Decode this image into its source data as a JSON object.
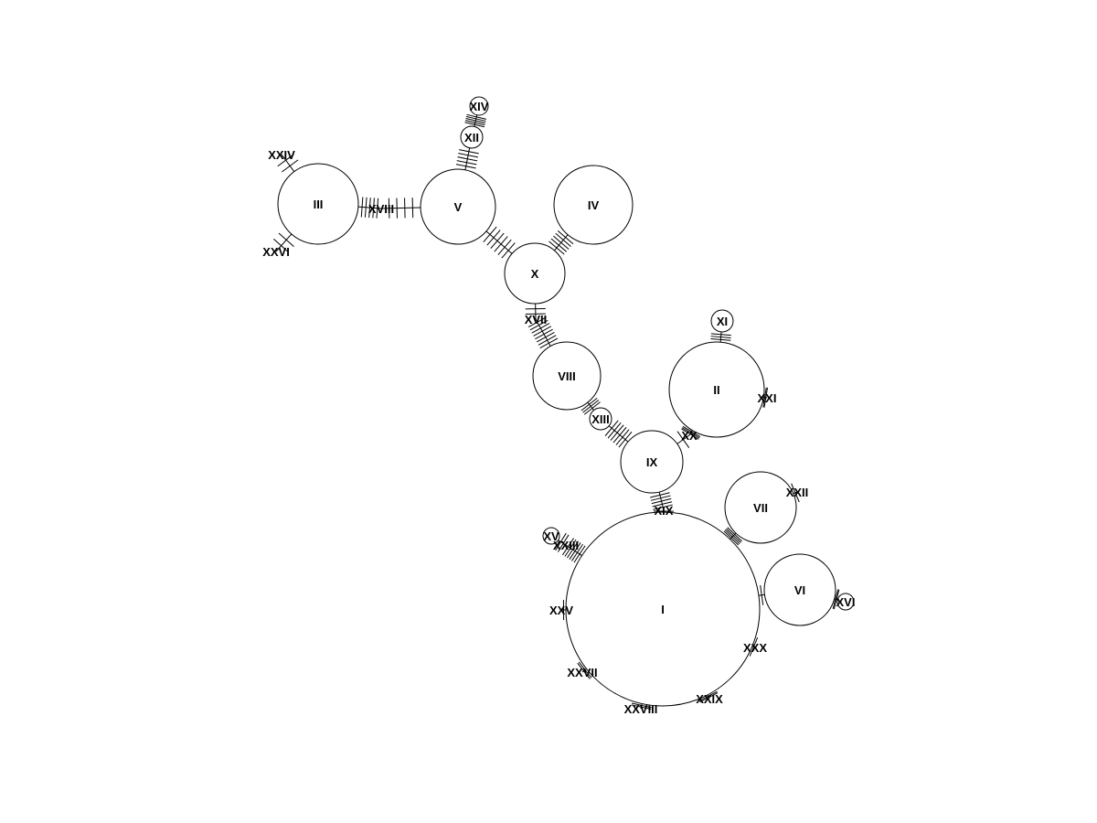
{
  "diagram": {
    "type": "haplotype-network",
    "colors": {
      "stroke": "#000000",
      "background": "#ffffff"
    },
    "haplotypes": [
      {
        "id": "I",
        "label": "I"
      },
      {
        "id": "II",
        "label": "II"
      },
      {
        "id": "III",
        "label": "III"
      },
      {
        "id": "IV",
        "label": "IV"
      },
      {
        "id": "V",
        "label": "V"
      },
      {
        "id": "VI",
        "label": "VI"
      },
      {
        "id": "VII",
        "label": "VII"
      },
      {
        "id": "VIII",
        "label": "VIII"
      },
      {
        "id": "IX",
        "label": "IX"
      },
      {
        "id": "X",
        "label": "X"
      },
      {
        "id": "XI",
        "label": "XI"
      },
      {
        "id": "XII",
        "label": "XII"
      },
      {
        "id": "XIII",
        "label": "XIII"
      },
      {
        "id": "XIV",
        "label": "XIV"
      },
      {
        "id": "XV",
        "label": "XV"
      },
      {
        "id": "XVI",
        "label": "XVI"
      },
      {
        "id": "XVII",
        "label": "XVII"
      },
      {
        "id": "XVIII",
        "label": "XVIII"
      },
      {
        "id": "XIX",
        "label": "XIX"
      },
      {
        "id": "XX",
        "label": "XX"
      },
      {
        "id": "XXI",
        "label": "XXI"
      },
      {
        "id": "XXII",
        "label": "XXII"
      },
      {
        "id": "XXIII",
        "label": "XXIII"
      },
      {
        "id": "XXIV",
        "label": "XXIV"
      },
      {
        "id": "XXV",
        "label": "XXV"
      },
      {
        "id": "XXVI",
        "label": "XXVI"
      },
      {
        "id": "XXVII",
        "label": "XXVII"
      },
      {
        "id": "XXVIII",
        "label": "XXVIII"
      },
      {
        "id": "XXIX",
        "label": "XXIX"
      },
      {
        "id": "XXX",
        "label": "XXX"
      }
    ],
    "links": [
      {
        "from": "III",
        "to": "XVIII",
        "mutations": 5
      },
      {
        "from": "XVIII",
        "to": "V",
        "mutations": 4
      },
      {
        "from": "V",
        "to": "XII",
        "mutations": 5
      },
      {
        "from": "XII",
        "to": "XIV",
        "mutations": 5
      },
      {
        "from": "V",
        "to": "X",
        "mutations": 6
      },
      {
        "from": "IV",
        "to": "X",
        "mutations": 5
      },
      {
        "from": "X",
        "to": "XVII",
        "mutations": 2
      },
      {
        "from": "XVII",
        "to": "VIII",
        "mutations": 8
      },
      {
        "from": "VIII",
        "to": "XIII",
        "mutations": 3
      },
      {
        "from": "XIII",
        "to": "IX",
        "mutations": 6
      },
      {
        "from": "IX",
        "to": "XX",
        "mutations": 1
      },
      {
        "from": "XX",
        "to": "II",
        "mutations": 3
      },
      {
        "from": "II",
        "to": "XI",
        "mutations": 3
      },
      {
        "from": "II",
        "to": "XXI",
        "mutations": 2
      },
      {
        "from": "IX",
        "to": "XIX",
        "mutations": 5
      },
      {
        "from": "XIX",
        "to": "I",
        "mutations": 1
      },
      {
        "from": "I",
        "to": "VII",
        "mutations": 4
      },
      {
        "from": "VII",
        "to": "XXII",
        "mutations": 1
      },
      {
        "from": "I",
        "to": "VI",
        "mutations": 1
      },
      {
        "from": "VI",
        "to": "XVI",
        "mutations": 2
      },
      {
        "from": "I",
        "to": "XXIII",
        "mutations": 6
      },
      {
        "from": "XXIII",
        "to": "XV",
        "mutations": 2
      },
      {
        "from": "I",
        "to": "XXV",
        "mutations": 1
      },
      {
        "from": "I",
        "to": "XXVII",
        "mutations": 2
      },
      {
        "from": "I",
        "to": "XXVIII",
        "mutations": 2
      },
      {
        "from": "I",
        "to": "XXIX",
        "mutations": 2
      },
      {
        "from": "I",
        "to": "XXX",
        "mutations": 1
      },
      {
        "from": "III",
        "to": "XXIV",
        "mutations": 2
      },
      {
        "from": "III",
        "to": "XXVI",
        "mutations": 2
      }
    ]
  }
}
